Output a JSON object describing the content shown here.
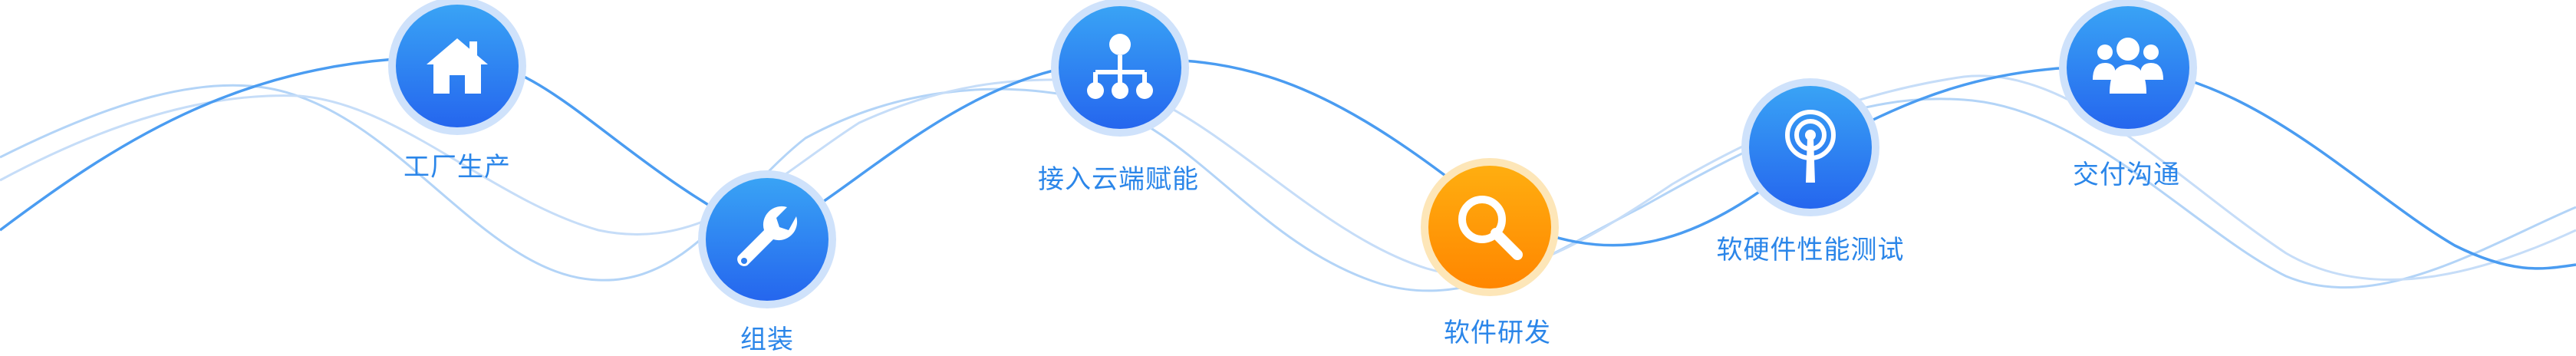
{
  "colors": {
    "accent_blue": "#2b86e9",
    "icon_blue_top": "#39a3f5",
    "icon_blue_bottom": "#2566ee",
    "icon_orange_top": "#ffae10",
    "icon_orange_bottom": "#ff8600",
    "wave_strong": "#4e9ef2",
    "wave_light": "#a9cdf5"
  },
  "steps": [
    {
      "label": "工厂生产",
      "icon": "home-icon"
    },
    {
      "label": "组装",
      "icon": "wrench-icon"
    },
    {
      "label": "接入云端赋能",
      "icon": "network-icon"
    },
    {
      "label": "软件研发",
      "icon": "search-icon"
    },
    {
      "label": "软硬件性能测试",
      "icon": "antenna-icon"
    },
    {
      "label": "交付沟通",
      "icon": "team-icon"
    }
  ]
}
